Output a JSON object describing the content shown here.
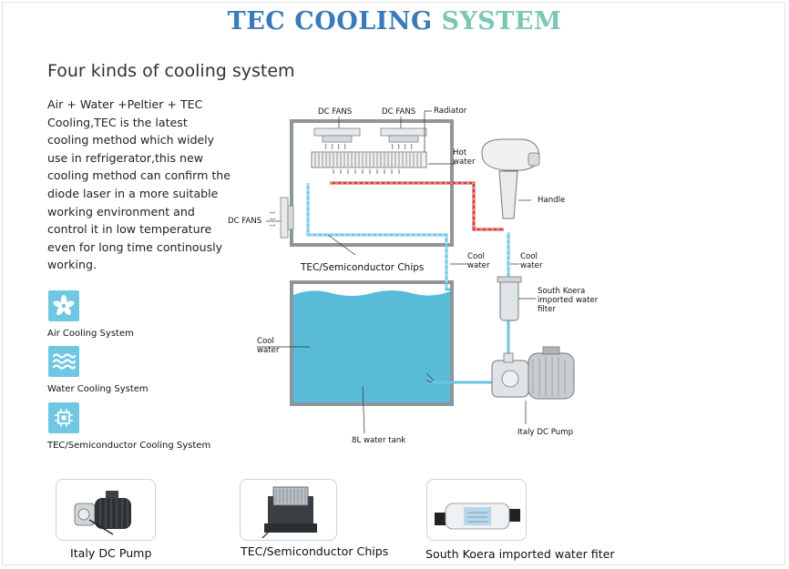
{
  "header": {
    "title_part1": "TEC COOLING",
    "title_part2": "SYSTEM",
    "subtitle": "Four kinds of cooling system"
  },
  "intro_text": "Air + Water +Peltier + TEC\nCooling,TEC is the latest\ncooling method which widely\nuse in refrigerator,this new\ncooling method can confirm the\ndiode laser in a more suitable\nworking environment and\ncontrol it in low temperature\neven for long time continously\nworking.",
  "cooling_types": [
    {
      "label": "Air Cooling System",
      "icon": "fan-icon"
    },
    {
      "label": "Water Cooling System",
      "icon": "water-waves-icon"
    },
    {
      "label": "TEC/Semiconductor Cooling System",
      "icon": "chip-icon"
    }
  ],
  "diagram": {
    "dc_fans_top_left": "DC FANS",
    "dc_fans_top_right": "DC FANS",
    "radiator": "Radiator",
    "hot_water": "Hot\nwater",
    "handle": "Handle",
    "dc_fans_side": "DC FANS",
    "tec_chips": "TEC/Semiconductor Chips",
    "cool_water_1": "Cool\nwater",
    "cool_water_2": "Cool\nwater",
    "filter": "South Koera\nimported water\nfilter",
    "cool_water_tank": "Cool\nwater",
    "water_tank": "8L water tank",
    "pump": "Italy DC Pump"
  },
  "colors": {
    "hot_pipe": "#d63a3a",
    "cool_pipe": "#6cc4e4",
    "tank_water": "#58bcd9",
    "icon_bg": "#6fc7e4",
    "title_blue": "#3a7ab8",
    "title_teal": "#7cc6b4"
  },
  "products": [
    {
      "label": "Italy DC Pump"
    },
    {
      "label": "TEC/Semiconductor Chips"
    },
    {
      "label": "South Koera imported water fiter"
    }
  ]
}
